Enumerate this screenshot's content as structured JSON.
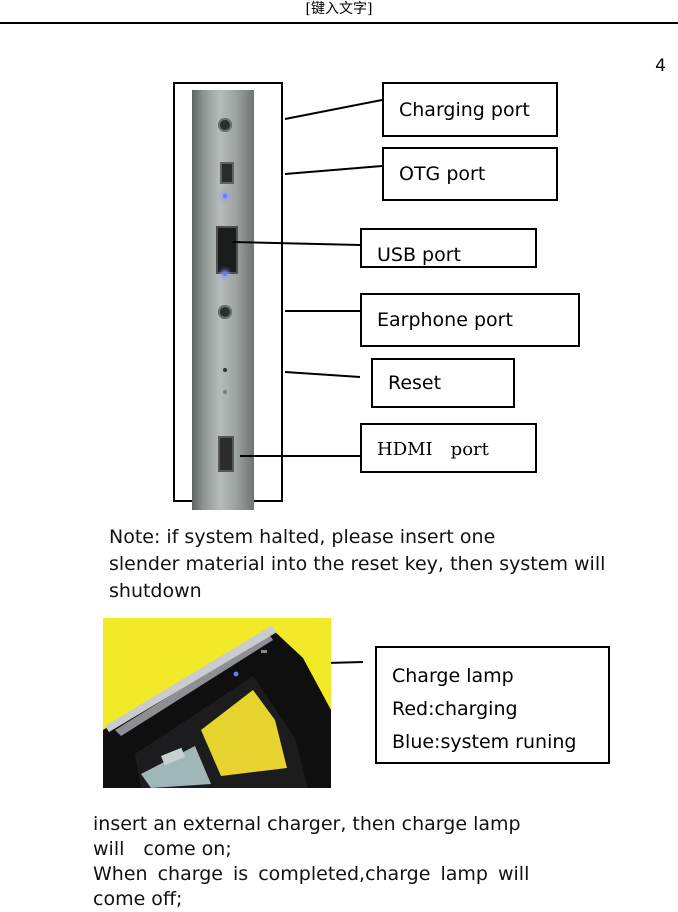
{
  "header": {
    "text": "[键入文字]"
  },
  "page_number": "4",
  "device_photo": {
    "alt": "device side view"
  },
  "port_labels": [
    {
      "id": "charging",
      "label": "Charging port"
    },
    {
      "id": "otg",
      "label": "OTG port"
    },
    {
      "id": "usb",
      "label": "USB port"
    },
    {
      "id": "earphone",
      "label": "Earphone port"
    },
    {
      "id": "reset",
      "label": "Reset"
    },
    {
      "id": "hdmi",
      "label": "HDMI　port"
    }
  ],
  "note": {
    "line1": "Note: if system halted, please insert one",
    "line2": "slender material into the reset key, then system will",
    "line3": "shutdown"
  },
  "charge_lamp": {
    "title": "Charge lamp",
    "red": "Red:charging",
    "blue": "Blue:system runing"
  },
  "charging_instructions": {
    "line1": "insert an external charger, then charge lamp",
    "line2": "will　come on;",
    "line3": "When charge is completed,charge lamp will",
    "line4": "come off;"
  },
  "colors": {
    "photo_background": "#f2e928",
    "device_body": "#9ea4a1",
    "led_blue": "#6b7bf0"
  }
}
